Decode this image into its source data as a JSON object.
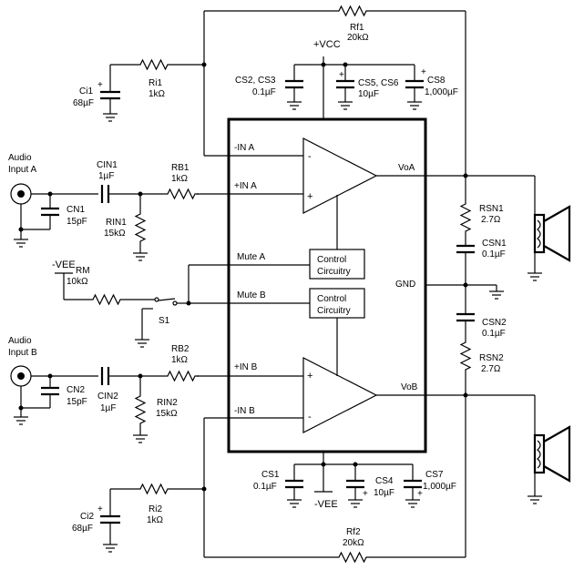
{
  "labels": {
    "rf1": {
      "name": "Rf1",
      "value": "20kΩ"
    },
    "vcc": "+VCC",
    "cs23": {
      "name": "CS2, CS3",
      "value": "0.1µF"
    },
    "cs56": {
      "name": "CS5, CS6",
      "value": "10µF"
    },
    "cs8": {
      "name": "CS8",
      "value": "1,000µF"
    },
    "ri1": {
      "name": "Ri1",
      "value": "1kΩ"
    },
    "ci1": {
      "name": "Ci1",
      "value": "68µF"
    },
    "audio_a": [
      "Audio",
      "Input A"
    ],
    "cin1": {
      "name": "CIN1",
      "value": "1µF"
    },
    "rb1": {
      "name": "RB1",
      "value": "1kΩ"
    },
    "cn1": {
      "name": "CN1",
      "value": "15pF"
    },
    "rin1": {
      "name": "RIN1",
      "value": "15kΩ"
    },
    "pin_inn_a": "-IN A",
    "pin_inp_a": "+IN A",
    "voa": "VoA",
    "rsn1": {
      "name": "RSN1",
      "value": "2.7Ω"
    },
    "csn1": {
      "name": "CSN1",
      "value": "0.1µF"
    },
    "vee_left": "-VEE",
    "rm": {
      "name": "RM",
      "value": "10kΩ"
    },
    "mute_a": "Mute A",
    "mute_b": "Mute B",
    "s1": "S1",
    "control": [
      "Control",
      "Circuitry"
    ],
    "gnd": "GND",
    "csn2": {
      "name": "CSN2",
      "value": "0.1µF"
    },
    "rsn2": {
      "name": "RSN2",
      "value": "2.7Ω"
    },
    "audio_b": [
      "Audio",
      "Input B"
    ],
    "rb2": {
      "name": "RB2",
      "value": "1kΩ"
    },
    "pin_inp_b": "+IN B",
    "cn2": {
      "name": "CN2",
      "value": "15pF"
    },
    "cin2": {
      "name": "CIN2",
      "value": "1µF"
    },
    "rin2": {
      "name": "RIN2",
      "value": "15kΩ"
    },
    "vob": "VoB",
    "pin_inn_b": "-IN B",
    "cs1": {
      "name": "CS1",
      "value": "0.1µF"
    },
    "cs4": {
      "name": "CS4",
      "value": "10µF"
    },
    "cs7": {
      "name": "CS7",
      "value": "1,000µF"
    },
    "vee_bottom": "-VEE",
    "ri2": {
      "name": "Ri2",
      "value": "1kΩ"
    },
    "ci2": {
      "name": "Ci2",
      "value": "68µF"
    },
    "rf2": {
      "name": "Rf2",
      "value": "20kΩ"
    },
    "plus": "+",
    "minus": "-"
  }
}
